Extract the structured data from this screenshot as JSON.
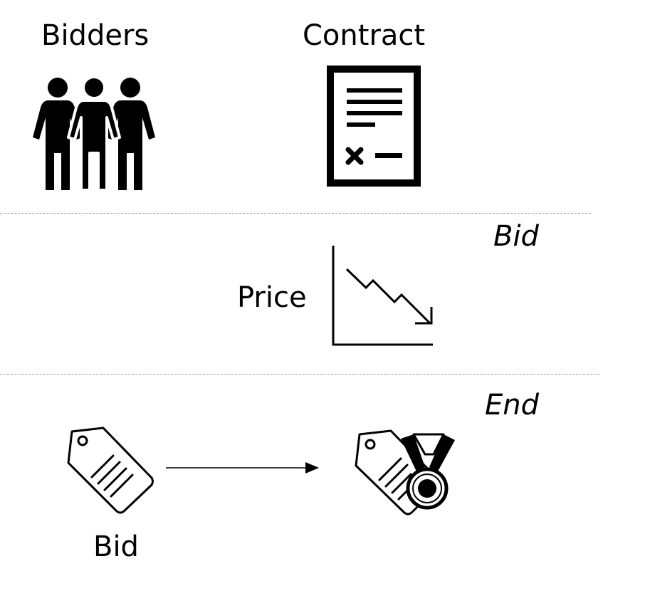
{
  "sections": {
    "top": {
      "left_label": "Bidders",
      "right_label": "Contract"
    },
    "middle": {
      "stage_label": "Bid",
      "price_label": "Price"
    },
    "bottom": {
      "stage_label": "End",
      "bid_label": "Bid"
    }
  },
  "icons": {
    "bidders": "people-group-icon",
    "contract": "contract-document-icon",
    "price": "price-decrease-chart-icon",
    "bid": "price-tag-icon",
    "winner": "price-tag-medal-icon",
    "arrow": "arrow-right-icon"
  }
}
